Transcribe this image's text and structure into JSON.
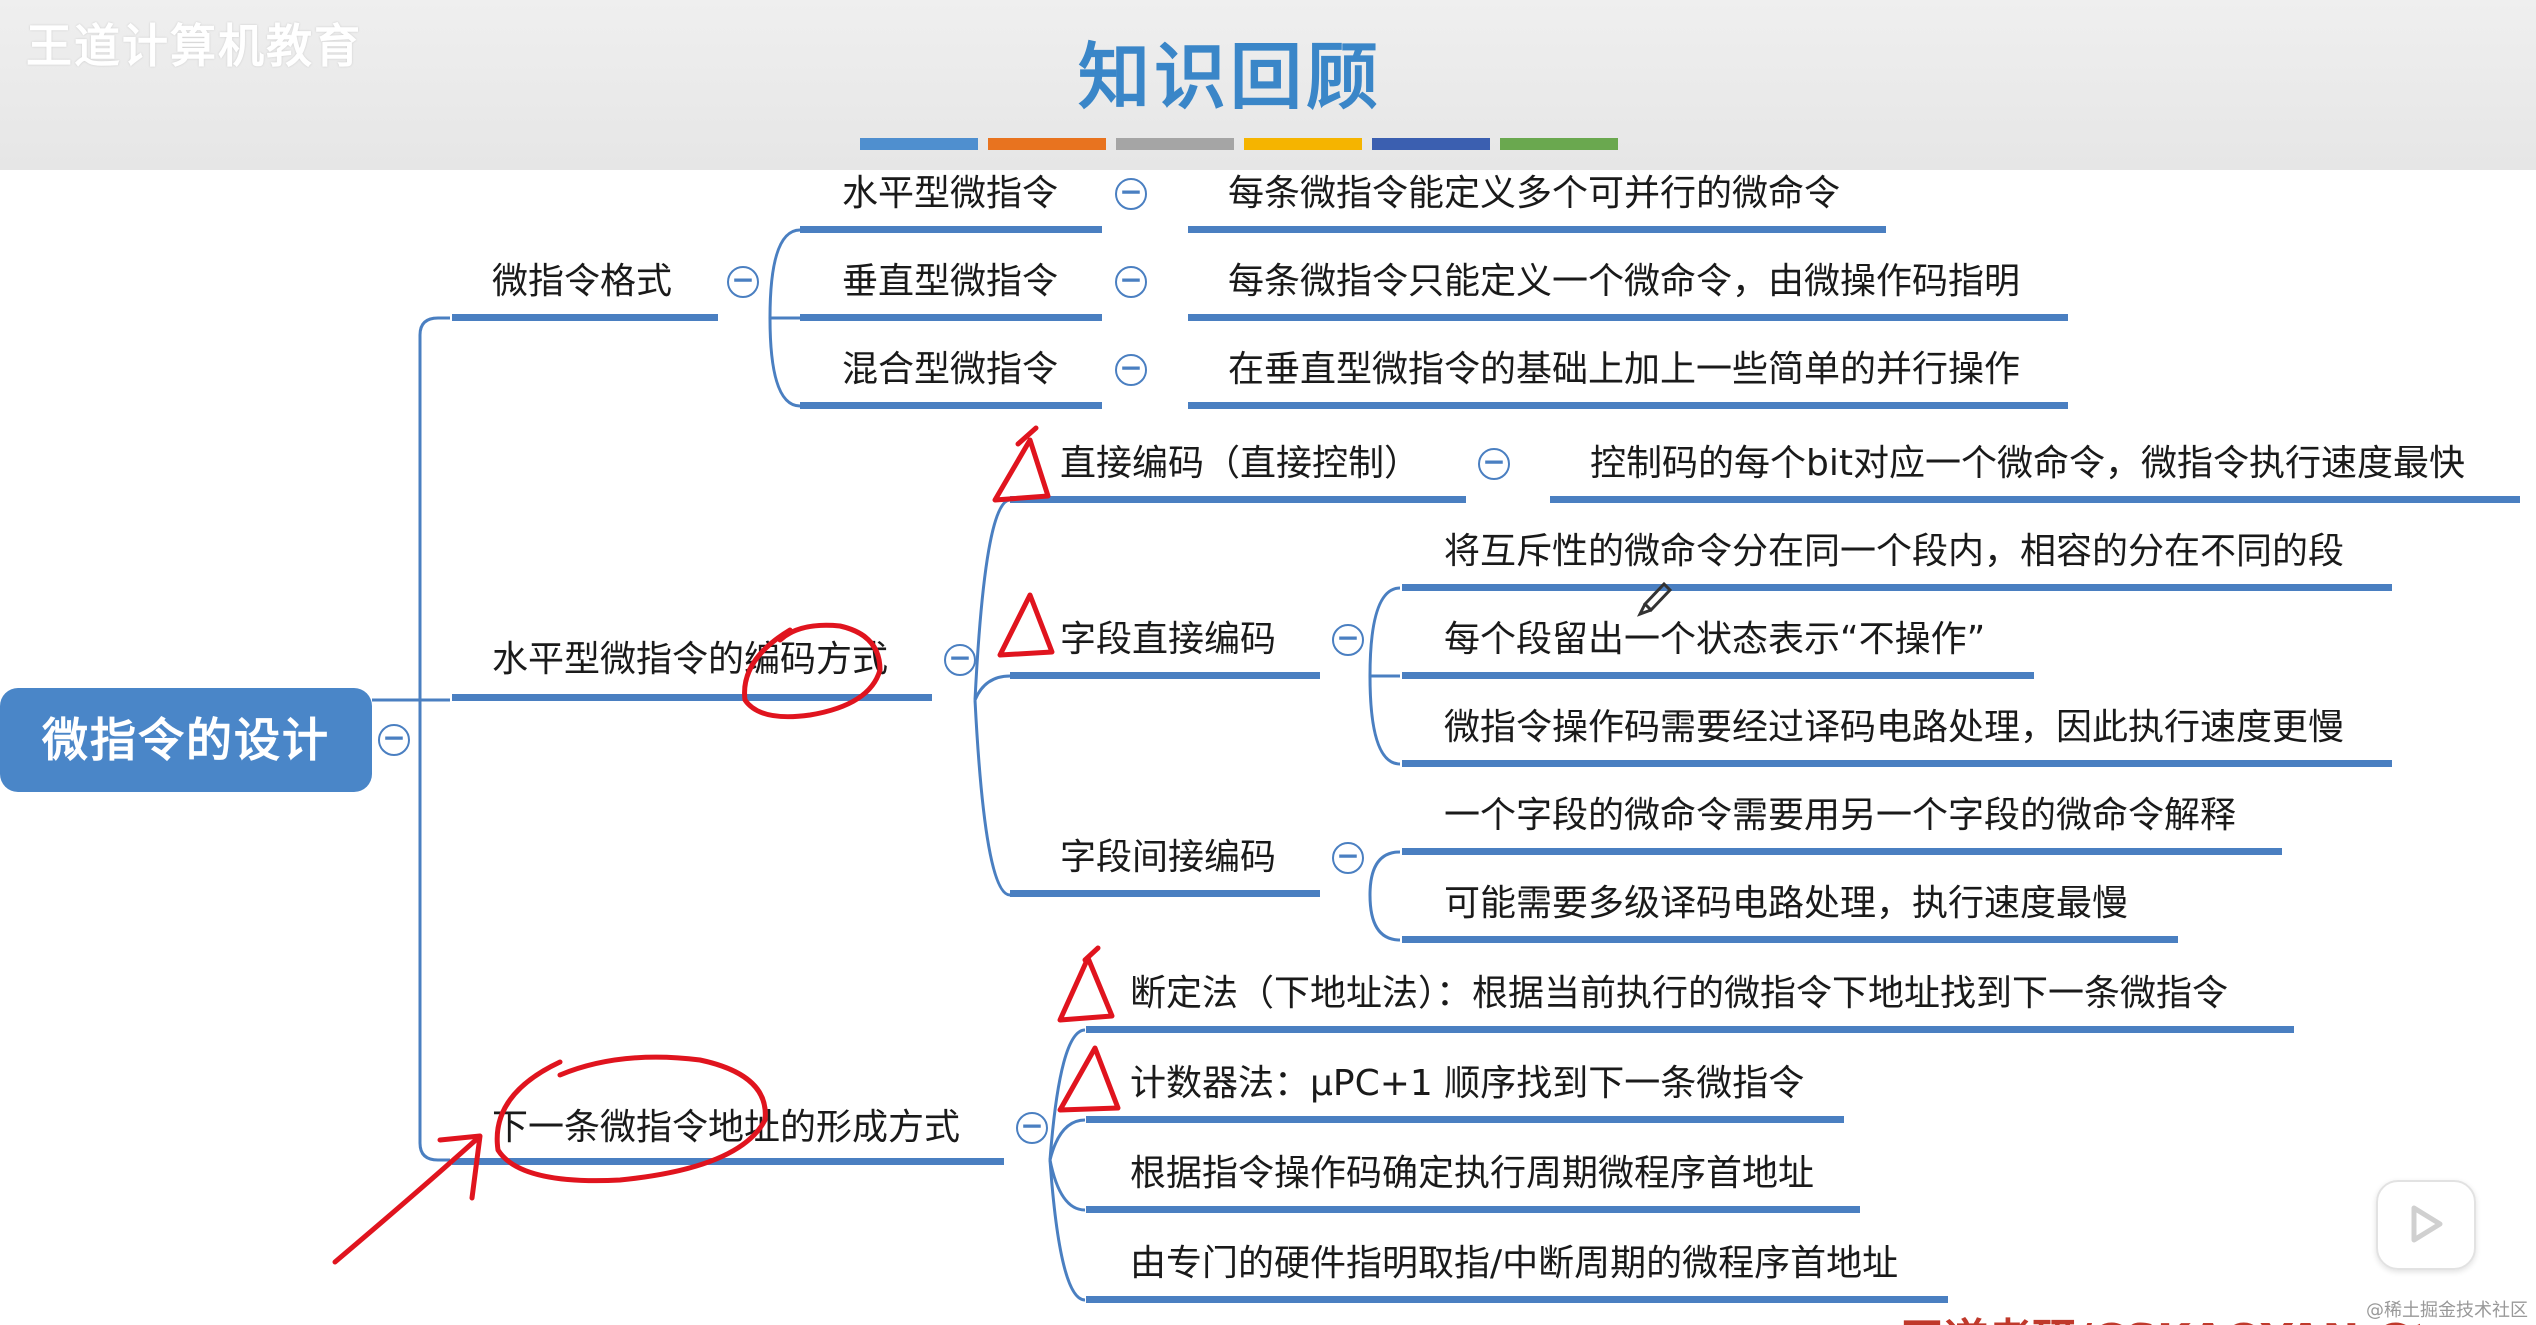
{
  "header": {
    "watermark": "王道计算机教育",
    "title": "知识回顾",
    "bar_colors": [
      "#4f8fcf",
      "#e8731f",
      "#a5a5a5",
      "#f5b400",
      "#3b5fb0",
      "#6aa84f"
    ]
  },
  "root": {
    "label": "微指令的设计"
  },
  "branches": {
    "format": {
      "label": "微指令格式",
      "children": [
        {
          "label": "水平型微指令",
          "desc": "每条微指令能定义多个可并行的微命令"
        },
        {
          "label": "垂直型微指令",
          "desc": "每条微指令只能定义一个微命令，由微操作码指明"
        },
        {
          "label": "混合型微指令",
          "desc": "在垂直型微指令的基础上加上一些简单的并行操作"
        }
      ]
    },
    "encoding": {
      "label": "水平型微指令的编码方式",
      "direct": {
        "label": "直接编码（直接控制）",
        "desc": "控制码的每个bit对应一个微命令，微指令执行速度最快"
      },
      "field_direct": {
        "label": "字段直接编码",
        "items": [
          "将互斥性的微命令分在同一个段内，相容的分在不同的段",
          "每个段留出一个状态表示“不操作”",
          "微指令操作码需要经过译码电路处理，因此执行速度更慢"
        ]
      },
      "field_indirect": {
        "label": "字段间接编码",
        "items": [
          "一个字段的微命令需要用另一个字段的微命令解释",
          "可能需要多级译码电路处理，执行速度最慢"
        ]
      }
    },
    "next_address": {
      "label": "下一条微指令地址的形成方式",
      "items": [
        "断定法（下地址法）：根据当前执行的微指令下地址找到下一条微指令",
        "计数器法：μPC+1 顺序找到下一条微指令",
        "根据指令操作码确定执行周期微程序首地址",
        "由专门的硬件指明取指/中断周期的微程序首地址"
      ]
    }
  },
  "corner_watermark": "@稀土掘金技术社区",
  "footer_fragment": "王道考研/CSKAOYAN.COM"
}
